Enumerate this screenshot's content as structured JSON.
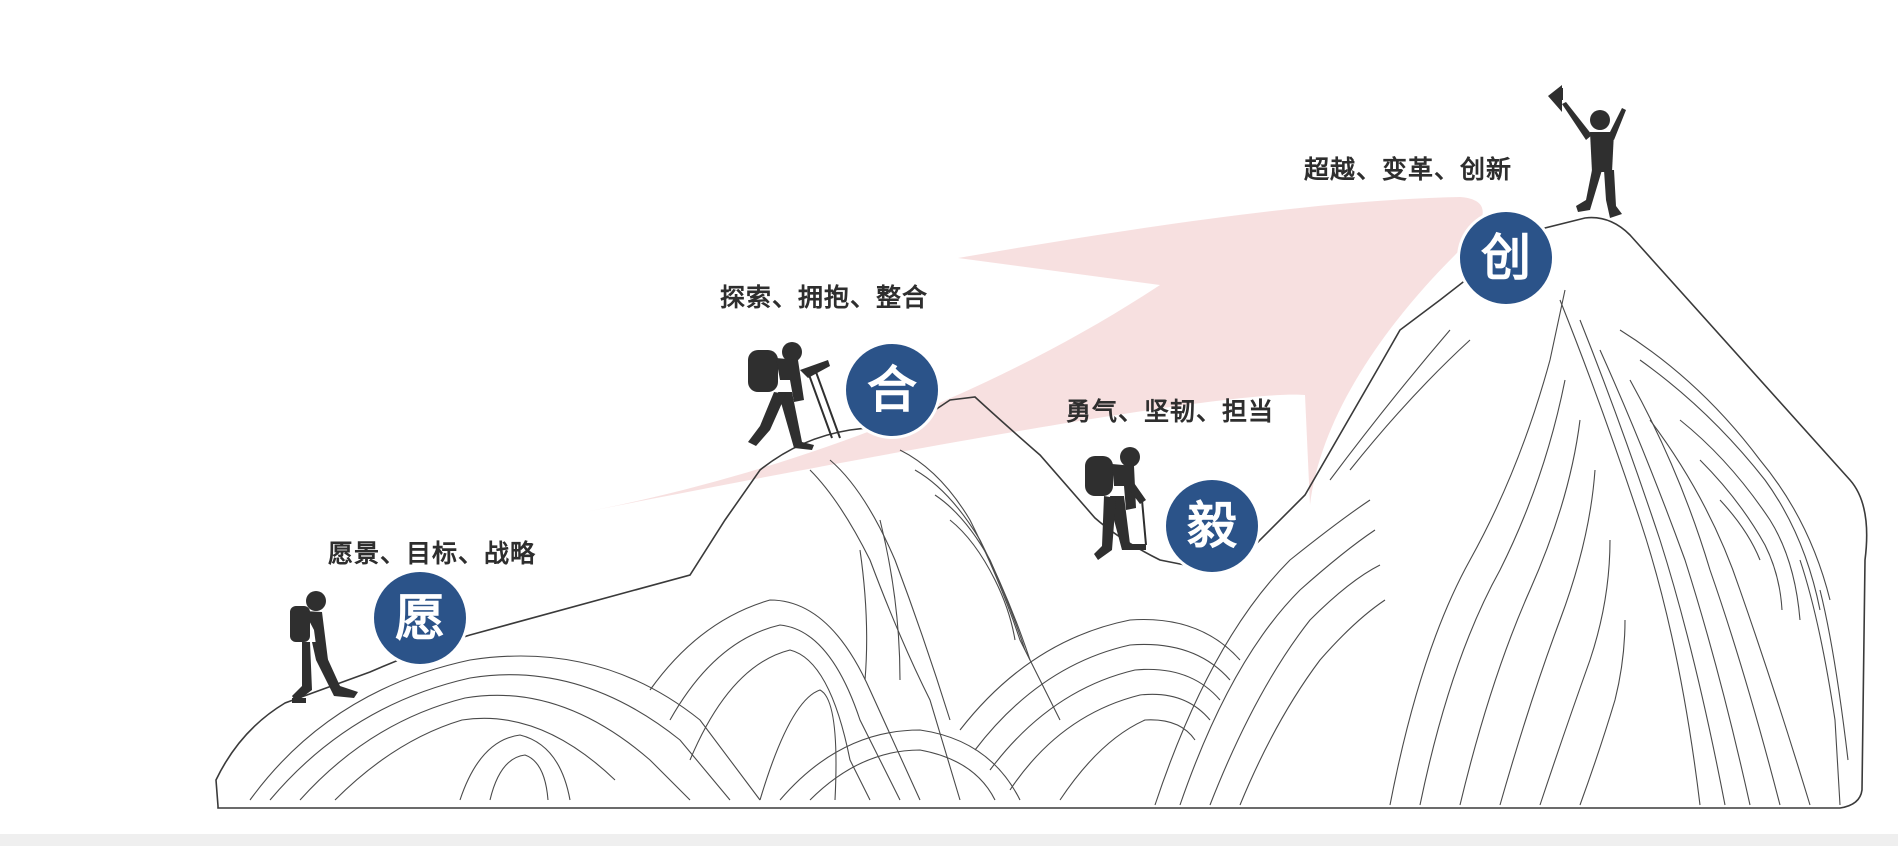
{
  "stages": [
    {
      "id": "yuan",
      "badge": "愿",
      "caption": "愿景、目标、战略"
    },
    {
      "id": "he",
      "badge": "合",
      "caption": "探索、拥抱、整合"
    },
    {
      "id": "yi",
      "badge": "毅",
      "caption": "勇气、坚韧、担当"
    },
    {
      "id": "chuang",
      "badge": "创",
      "caption": "超越、变革、创新"
    }
  ],
  "colors": {
    "badge": "#2b5389",
    "arrow": "#f6dada",
    "outline": "#3a3a3a",
    "hiker": "#2f2f2f",
    "text": "#2e2e2e"
  },
  "icons": [
    "hiker-icon",
    "flag-icon",
    "climber-icon"
  ]
}
